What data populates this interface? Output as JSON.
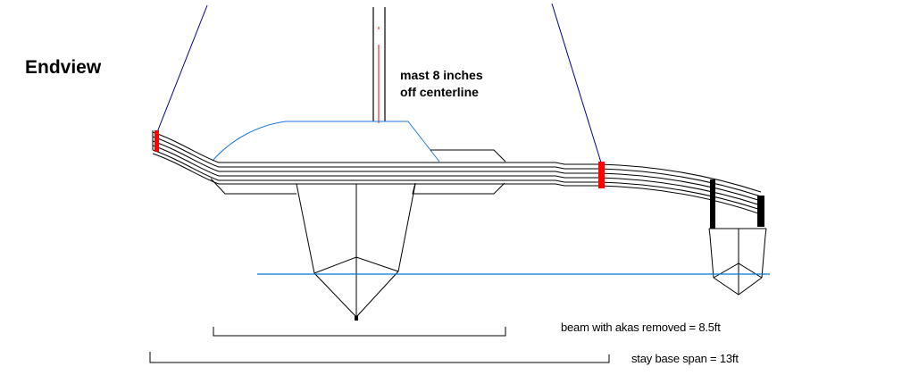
{
  "title": "Endview",
  "annotations": {
    "mast_note_line1": "mast 8 inches",
    "mast_note_line2": "off centerline",
    "beam_dimension": "beam with akas removed = 8.5ft",
    "stay_base_dimension": "stay base span = 13ft"
  },
  "colors": {
    "stay": "#00008b",
    "waterline": "#0078d7",
    "cabin_outline": "#1e7bd9",
    "chainplate": "#ff0000",
    "ink": "#000000"
  },
  "specs": {
    "mast_offset_inches": 8,
    "beam_akas_removed_ft": 8.5,
    "stay_base_span_ft": 13
  }
}
